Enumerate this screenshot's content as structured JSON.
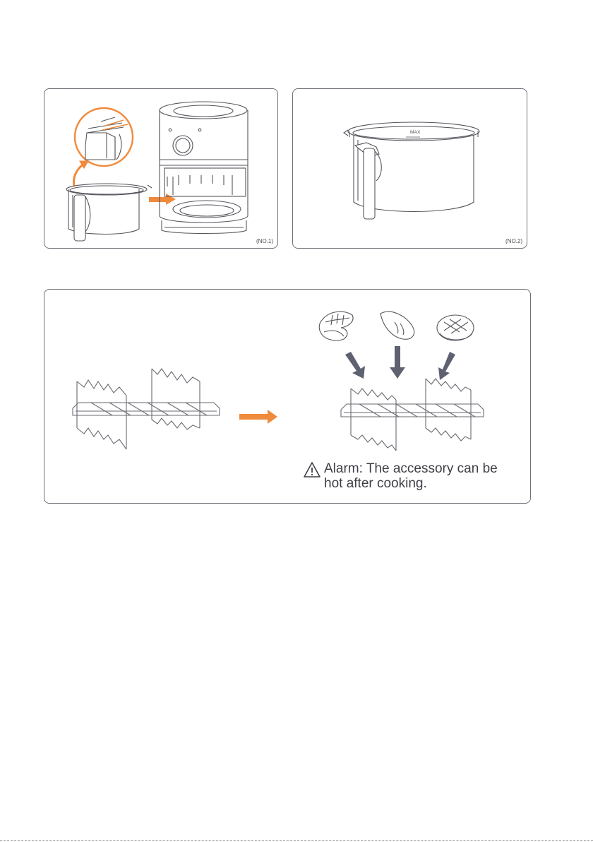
{
  "figures": {
    "no1_label": "(NO.1)",
    "no2_label": "(NO.2)",
    "max_mark": "MAX"
  },
  "alarm": {
    "line1": "Alarm: The accessory can be",
    "line2": "hot after cooking."
  },
  "colors": {
    "accent_orange": "#f08a3c",
    "arrow_gray": "#5d6170",
    "line_gray": "#6f6f78"
  },
  "icons": {
    "warning": "warning-triangle-icon"
  }
}
